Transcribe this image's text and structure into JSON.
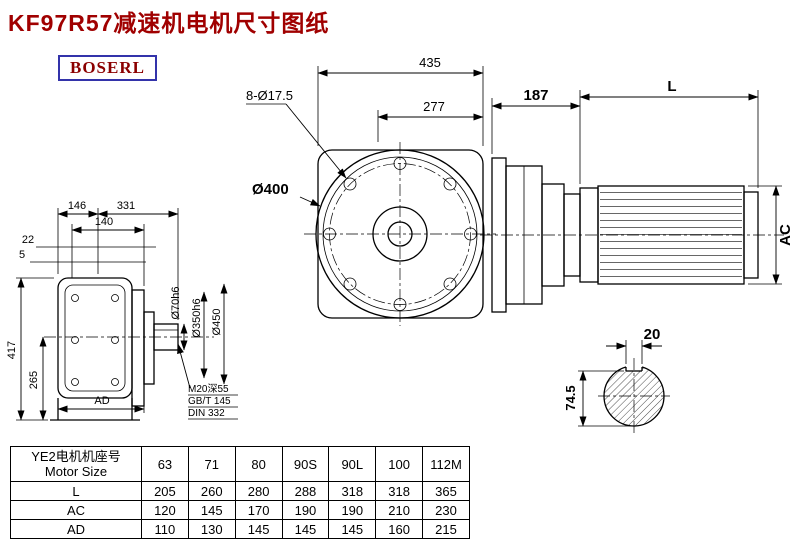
{
  "title": "KF97R57减速机电机尺寸图纸",
  "logo": "BOSERL",
  "front_view": {
    "dim_width": "435",
    "dim_bolt_holes": "8-Ø17.5",
    "dim_inner": "277",
    "dim_flange": "Ø400"
  },
  "side_view": {
    "dim_offset": "187",
    "dim_motor_length": "L",
    "dim_motor_dia": "AC"
  },
  "left_view": {
    "dim_146": "146",
    "dim_331": "331",
    "dim_140": "140",
    "dim_22": "22",
    "dim_5": "5",
    "dim_417": "417",
    "dim_265": "265",
    "dim_AD": "AD",
    "dim_shaft": "Ø70h6",
    "dim_spigot": "Ø350h6",
    "dim_flange": "Ø450",
    "note_tap": "M20深55",
    "note_gb": "GB/T 145",
    "note_din": "DIN 332"
  },
  "shaft_section": {
    "dim_key_width": "20",
    "dim_height": "74.5"
  },
  "table": {
    "header_cn": "YE2电机机座号",
    "header_en": "Motor Size",
    "sizes": [
      "63",
      "71",
      "80",
      "90S",
      "90L",
      "100",
      "112M"
    ],
    "rows": [
      {
        "label": "L",
        "values": [
          "205",
          "260",
          "280",
          "288",
          "318",
          "318",
          "365"
        ]
      },
      {
        "label": "AC",
        "values": [
          "120",
          "145",
          "170",
          "190",
          "190",
          "210",
          "230"
        ]
      },
      {
        "label": "AD",
        "values": [
          "110",
          "130",
          "145",
          "145",
          "145",
          "160",
          "215"
        ]
      }
    ]
  }
}
